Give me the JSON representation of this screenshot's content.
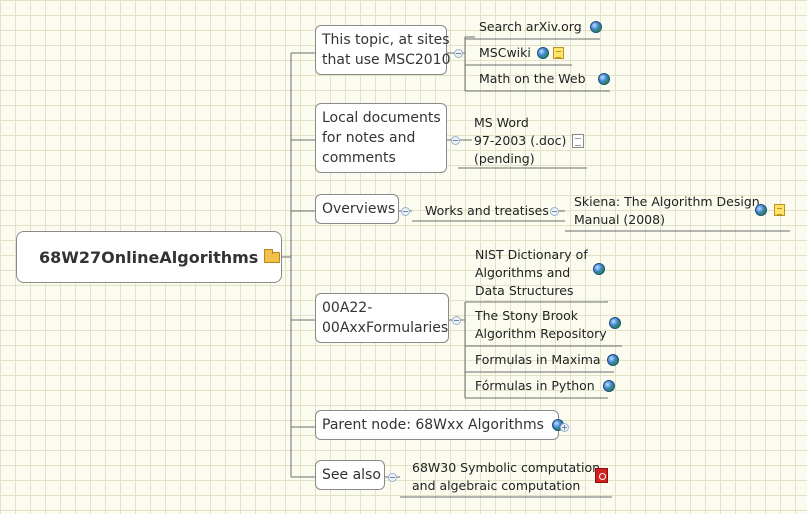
{
  "root": {
    "label": "68W27OnlineAlgorithms",
    "icon": "folder-open-icon"
  },
  "branches": {
    "msc": {
      "label_line1": "This topic, at sites",
      "label_line2": "that use MSC2010"
    },
    "local": {
      "label_line1": "Local documents",
      "label_line2": "for notes and",
      "label_line3": "comments"
    },
    "overviews": {
      "label": "Overviews"
    },
    "formularies": {
      "label_line1": "00A22-",
      "label_line2": "00AxxFormularies"
    },
    "parent": {
      "label": "Parent node: 68Wxx Algorithms"
    },
    "seealso": {
      "label": "See also"
    }
  },
  "leaves": {
    "arxiv": "Search arXiv.org",
    "mscwiki": "MSCwiki",
    "mathweb": "Math on the Web",
    "msword_line1": "MS Word",
    "msword_line2": "97-2003 (.doc)",
    "msword_line3": "(pending)",
    "works": "Works and treatises",
    "skiena_line1": "Skiena: The Algorithm Design",
    "skiena_line2": "Manual (2008)",
    "nist_line1": "NIST Dictionary of",
    "nist_line2": "Algorithms and",
    "nist_line3": "Data Structures",
    "stony_line1": "The Stony Brook",
    "stony_line2": "Algorithm Repository",
    "maxima": "Formulas in Maxima",
    "python": "Fórmulas in Python",
    "w30_line1": "68W30 Symbolic computation",
    "w30_line2": "and algebraic computation"
  }
}
